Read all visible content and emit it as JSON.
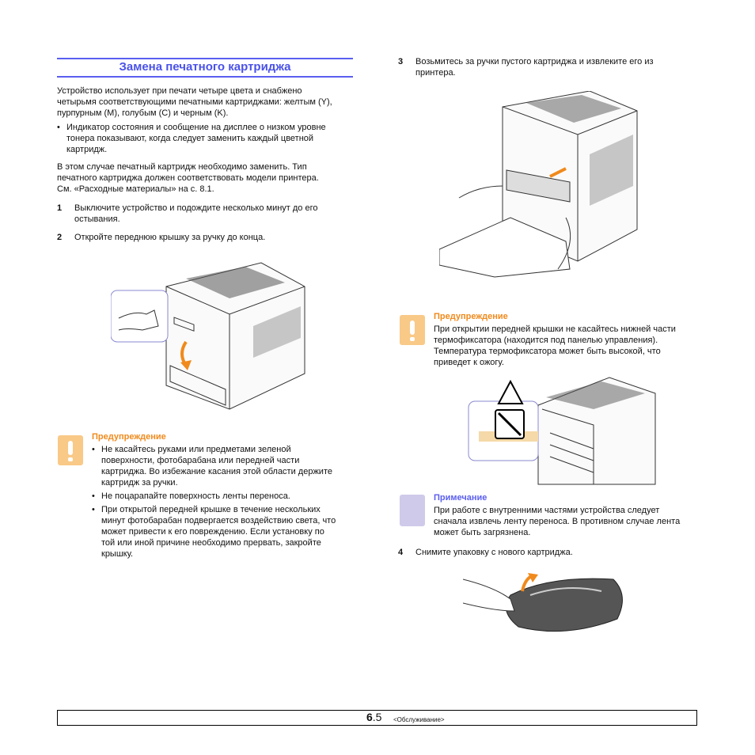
{
  "title": "Замена печатного картриджа",
  "intro": [
    "Устройство использует при печати четыре цвета и снабжено",
    "четырьмя соответствующими печатными картриджами: желтым (Y),",
    "пурпурным (M), голубым (C) и черным (K)."
  ],
  "bullet1": [
    "Индикатор состояния и сообщение на дисплее о низком уровне",
    "тонера показывают, когда следует заменить каждый цветной",
    "картридж."
  ],
  "para2": [
    "В этом случае печатный картридж необходимо заменить. Тип",
    "печатного картриджа должен соответствовать модели принтера.",
    "См. «Расходные материалы» на с. 8.1."
  ],
  "steps": [
    {
      "num": "1",
      "lines": [
        "Выключите устройство и подождите несколько минут до его",
        "остывания."
      ]
    },
    {
      "num": "2",
      "lines": [
        "Откройте переднюю крышку за ручку до конца."
      ]
    },
    {
      "num": "3",
      "lines": [
        "Возьмитесь за ручки пустого картриджа и извлеките его из",
        "принтера."
      ]
    },
    {
      "num": "4",
      "lines": [
        "Снимите упаковку с нового картриджа."
      ]
    }
  ],
  "warning1": {
    "title": "Предупреждение",
    "bullets": [
      [
        "Не касайтесь руками или предметами зеленой",
        "поверхности, фотобарабана или передней части",
        "картриджа. Во избежание касания этой области держите",
        "картридж за ручки."
      ],
      [
        "Не поцарапайте поверхность ленты переноса."
      ],
      [
        "При открытой передней крышке в течение нескольких",
        "минут фотобарабан подвергается воздействию света, что",
        "может привести к его повреждению. Если установку по",
        "той или иной причине необходимо прервать, закройте",
        "крышку."
      ]
    ]
  },
  "warning2": {
    "title": "Предупреждение",
    "lines": [
      "При открытии передней крышки не касайтесь нижней части",
      "термофиксатора (находится под панелью управления).",
      "Температура термофиксатора может быть высокой, что",
      "приведет к ожогу."
    ]
  },
  "note": {
    "title": "Примечание",
    "lines": [
      "При работе с внутренними частями устройства следует",
      "сначала извлечь ленту переноса. В противном случае лента",
      "может быть загрязнена."
    ]
  },
  "footer": {
    "page_major": "6",
    "page_minor": ".5",
    "section": "<Обслуживание>"
  },
  "colors": {
    "accent": "#4a52e8",
    "warning": "#f08a1c",
    "warning_icon": "#f9c987",
    "note_icon": "#cfcaea"
  }
}
